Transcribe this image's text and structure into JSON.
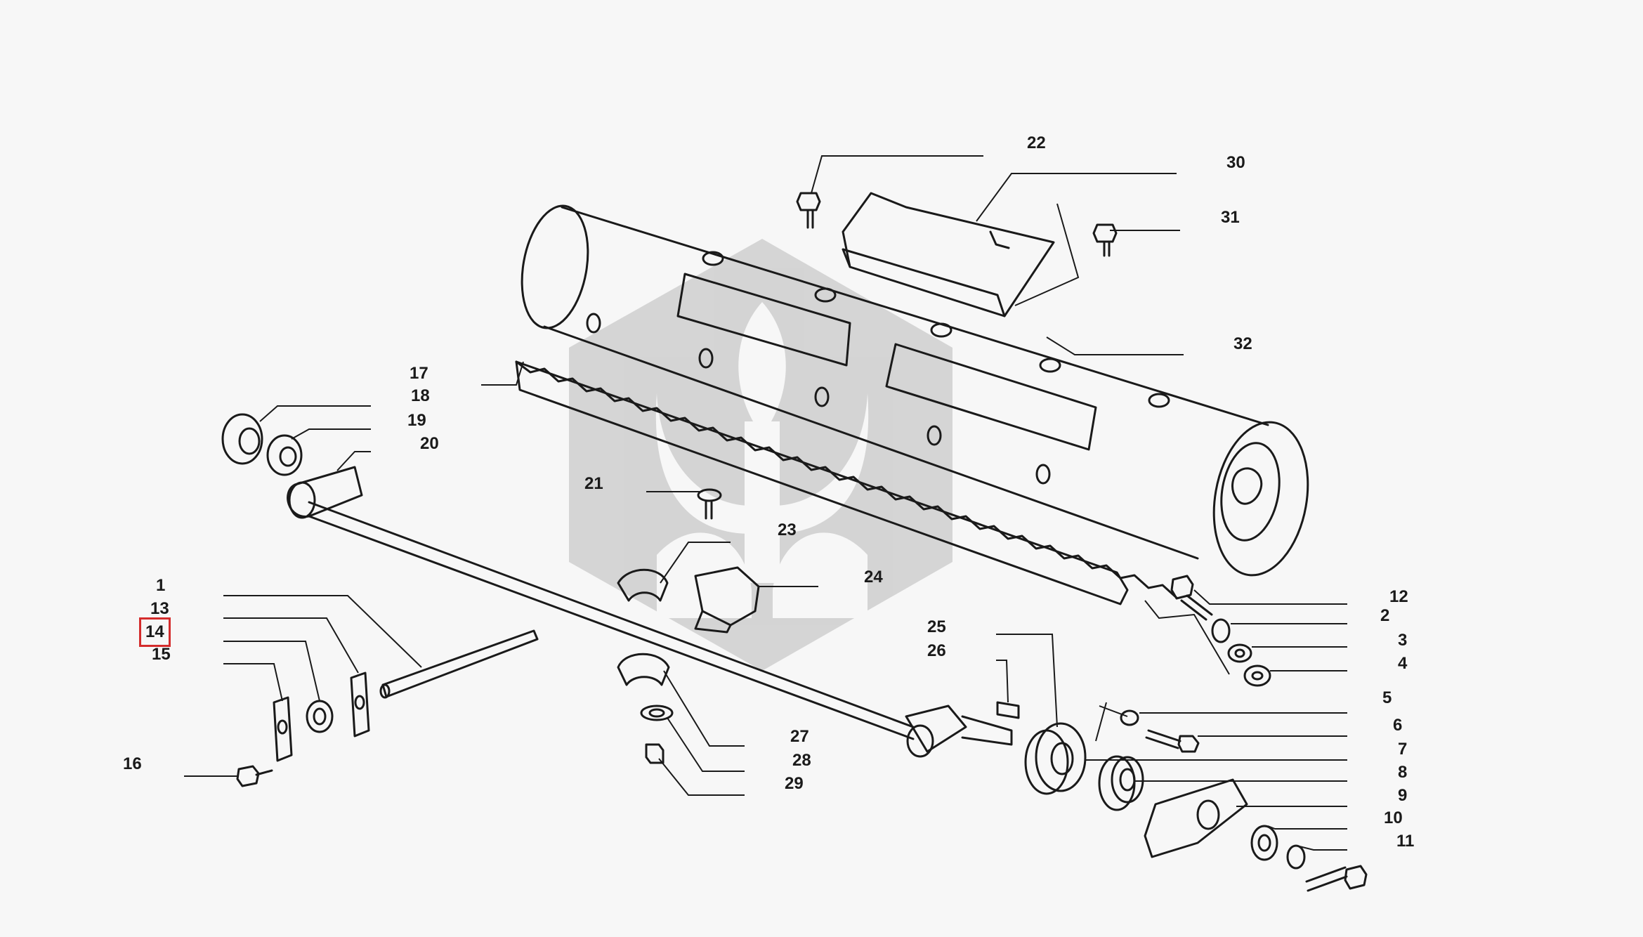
{
  "diagram": {
    "selected_part": "14",
    "highlight_color": "#d42c2c",
    "line_color": "#1a1a1a",
    "watermark_color": "#c9c9c9",
    "part_numbers": [
      "1",
      "2",
      "3",
      "4",
      "5",
      "6",
      "7",
      "8",
      "9",
      "10",
      "11",
      "12",
      "13",
      "14",
      "15",
      "16",
      "17",
      "18",
      "19",
      "20",
      "21",
      "22",
      "23",
      "24",
      "25",
      "26",
      "27",
      "28",
      "29",
      "30",
      "31",
      "32"
    ]
  }
}
